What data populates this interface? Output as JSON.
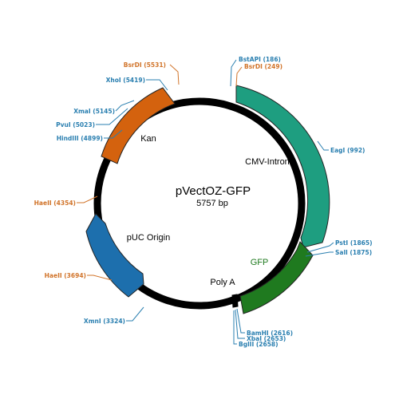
{
  "plasmid": {
    "name": "pVectOZ-GFP",
    "size_label": "5757 bp"
  },
  "features": {
    "kan": {
      "label": "Kan",
      "color": "#d4620e"
    },
    "cmv_intron": {
      "label": "CMV-Intron",
      "color": "#1e9e80"
    },
    "gfp": {
      "label": "GFP",
      "color": "#1f7a1f",
      "label_color": "#1f7a1f"
    },
    "puc_origin": {
      "label": "pUC Origin",
      "color": "#1d6fad"
    },
    "poly_a": {
      "label": "Poly A",
      "color": "#000000"
    }
  },
  "sites": {
    "bsrdi_5531": "BsrDI (5531)",
    "xhoi_5419": "XhoI (5419)",
    "xmai_5145": "XmaI (5145)",
    "pvui_5023": "PvuI (5023)",
    "hindiii_4899": "HindIII (4899)",
    "haeii_4354": "HaeII (4354)",
    "haeii_3694": "HaeII (3694)",
    "xmni_3324": "XmnI (3324)",
    "bstapi_186": "BstAPI (186)",
    "bsrdi_249": "BsrDI (249)",
    "eagi_992": "EagI (992)",
    "psti_1865": "PstI (1865)",
    "sali_1875": "SalI (1875)",
    "bamhi_2616": "BamHI (2616)",
    "xbai_2653": "XbaI (2653)",
    "bglii_2658": "BglII (2658)"
  },
  "colors": {
    "backbone": "#000000",
    "site_blue": "#2a7fb0",
    "site_orange": "#d1742a"
  }
}
